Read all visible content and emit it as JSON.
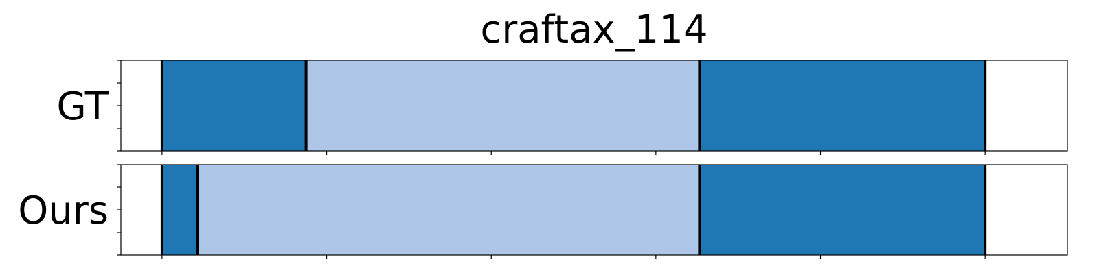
{
  "chart_data": {
    "type": "timeline",
    "title": "craftax_114",
    "x_range": [
      -5,
      110
    ],
    "x_ticks": [
      0,
      20,
      40,
      60,
      80,
      100
    ],
    "x_tick_labels_shown": false,
    "y_tick_labels_shown": false,
    "grid": false,
    "colors": {
      "dark": "#1f77b4",
      "light": "#aec7e8",
      "boundary": "#000000"
    },
    "rows": [
      {
        "label": "GT",
        "segments": [
          {
            "start": 0,
            "end": 17.5,
            "class": "dark"
          },
          {
            "start": 17.5,
            "end": 65.3,
            "class": "light"
          },
          {
            "start": 65.3,
            "end": 100,
            "class": "dark"
          }
        ],
        "boundaries": [
          0,
          17.5,
          65.3,
          100
        ]
      },
      {
        "label": "Ours",
        "segments": [
          {
            "start": 0,
            "end": 4.3,
            "class": "dark"
          },
          {
            "start": 4.3,
            "end": 65.3,
            "class": "light"
          },
          {
            "start": 65.3,
            "end": 100,
            "class": "dark"
          }
        ],
        "boundaries": [
          0,
          4.3,
          65.3,
          100
        ]
      }
    ]
  }
}
